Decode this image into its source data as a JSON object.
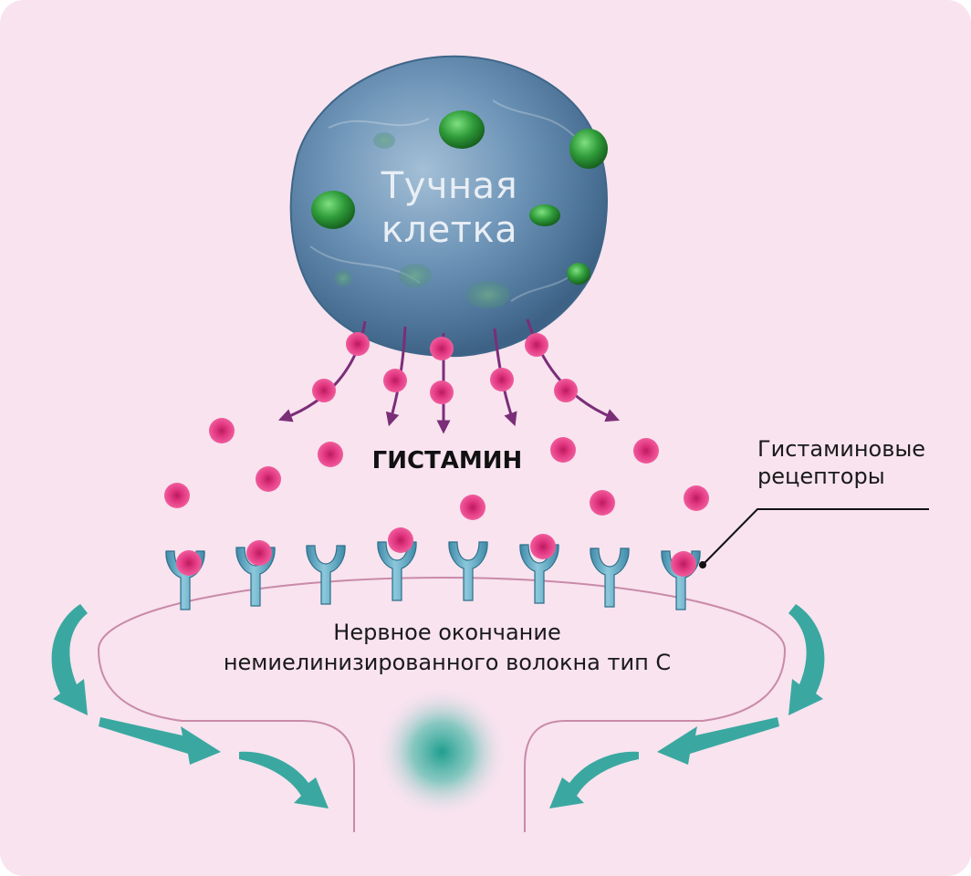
{
  "mast_cell": {
    "line1": "Тучная",
    "line2": "клетка"
  },
  "histamine": {
    "label": "ГИСТАМИН"
  },
  "receptors": {
    "line1": "Гистаминовые",
    "line2": "рецепторы"
  },
  "nerve_ending": {
    "line1": "Нервное окончание",
    "line2": "немиелинизированного волокна тип С"
  },
  "colors": {
    "background": "#f8e3ef",
    "cell": "#6e95b8",
    "granule": "#2f9b3a",
    "histamine": "#e0357f",
    "release_arrow": "#7b2e78",
    "receptor": "#5aa4c0",
    "nerve_outline": "#c98aa8",
    "signal_arrow": "#3aa8a0"
  },
  "icons": [
    "mast-cell",
    "histamine-molecule",
    "y-shaped-receptor",
    "signal-arrow"
  ]
}
